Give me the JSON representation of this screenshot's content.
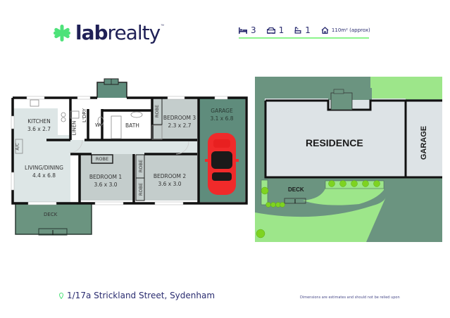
{
  "brand": {
    "logo_icon": "asterisk-logo-icon",
    "name_bold": "lab",
    "name_regular": "realty",
    "trademark": "™",
    "accent_color": "#4ee27a",
    "text_color": "#1f2056"
  },
  "stats": {
    "bedrooms": {
      "icon": "bed-icon",
      "value": "3"
    },
    "garages": {
      "icon": "car-icon",
      "value": "1"
    },
    "bathrooms": {
      "icon": "bath-icon",
      "value": "1"
    },
    "area": {
      "icon": "house-icon",
      "value": "110m² (approx)"
    },
    "underline_color": "#8cf58c"
  },
  "floorplan": {
    "rooms": [
      {
        "name": "KITCHEN",
        "dims": "3.6 x 2.7"
      },
      {
        "name": "LIVING/DINING",
        "dims": "4.4 x 6.8"
      },
      {
        "name": "BEDROOM 1",
        "dims": "3.6 x 3.0"
      },
      {
        "name": "BEDROOM 2",
        "dims": "3.6 x 3.0"
      },
      {
        "name": "BEDROOM 3",
        "dims": "2.3 x 2.7"
      },
      {
        "name": "GARAGE",
        "dims": "3.1 x 6.8"
      }
    ],
    "labels": {
      "linen": "LINEN",
      "laundry": "L'DRY",
      "wc": "WC",
      "bath": "BATH",
      "robe": "ROBE",
      "ac": "A/C",
      "deck": "DECK"
    },
    "colors": {
      "room_fill": "#dde6e6",
      "bedroom_fill": "#c4cdcc",
      "garage_fill": "#5f8c7c",
      "deck_fill": "#6b9480",
      "wall": "#111111",
      "car": "#f02a2a"
    }
  },
  "siteplan": {
    "residence_label": "RESIDENCE",
    "garage_label": "GARAGE",
    "deck_label": "DECK",
    "colors": {
      "hardstand": "#6b9480",
      "lawn": "#9de68a",
      "building": "#dde3e6",
      "shrub": "#7ed321"
    }
  },
  "footer": {
    "pin_icon": "location-pin-icon",
    "address": "1/17a Strickland Street, Sydenham",
    "disclaimer": "Dimensions are estimates and should not be relied upon"
  }
}
